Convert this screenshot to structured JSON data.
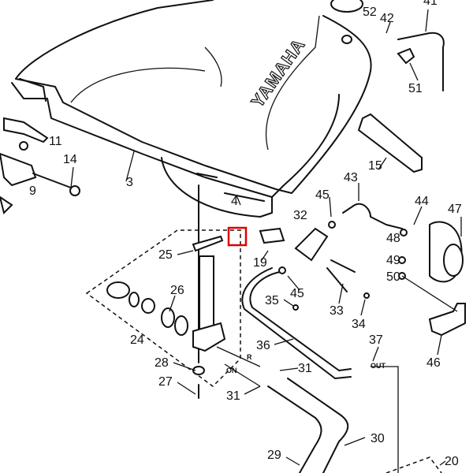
{
  "diagram": {
    "brand_text": "YAMAHA",
    "highlight_color": "#e00000",
    "line_color": "#111111",
    "part_labels": [
      "52",
      "42",
      "41",
      "51",
      "11",
      "14",
      "9",
      "3",
      "4",
      "15",
      "43",
      "45",
      "44",
      "47",
      "32",
      "48",
      "49",
      "50",
      "25",
      "19",
      "45",
      "35",
      "33",
      "34",
      "26",
      "24",
      "36",
      "37",
      "46",
      "28",
      "31",
      "27",
      "31",
      "30",
      "29",
      "20"
    ],
    "port_labels": {
      "on": "ON",
      "reserve": "R",
      "out": "OUT"
    }
  }
}
